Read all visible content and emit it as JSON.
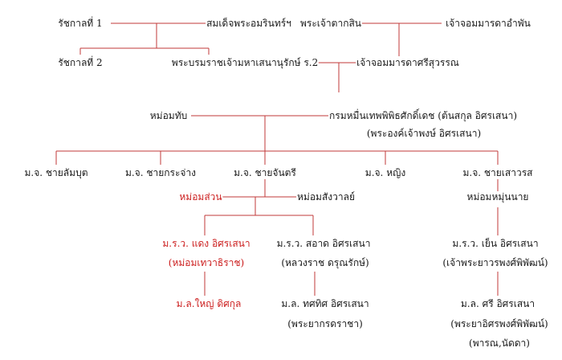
{
  "nodes": {
    "rama1": "รัชกาลที่ 1",
    "amarin": "สมเด็จพระอมรินทร์ฯ",
    "taksin": "พระเจ้าตากสิน",
    "chaofa_ampan": "เจ้าจอมมารดาอำพัน",
    "rama2": "รัชกาลที่ 2",
    "phra_borom": "พระบรมราชเจ้ามหาเสนานุรักษ์ ร.2",
    "chaofa_sri": "เจ้าจอมมารดาศรีสุวรรณ",
    "mom_tap": "หม่อมทับ",
    "kromma_muen": "กรมหมื่นเทพพิพิธศักดิ์เดช (ต้นสกุล อิศรเสนา)",
    "phra_ong": "(พระองค์เจ้าพงษ์ อิศรเสนา)",
    "mj_chai_lamut": "ม.จ. ชายลัมบุต",
    "mj_chai_krachang": "ม.จ. ชายกระจ่าง",
    "mj_chai_chantri": "ม.จ. ชายจันตรี",
    "mj_ying": "ม.จ. หญิง",
    "mj_chai_saowarot": "ม.จ. ชายเสาวรส",
    "mom_suan": "หม่อมส่วน",
    "mom_sangwal": "หม่อมสังวาลย์",
    "mom_mhunai": "หม่อมหมุ่นนาย",
    "mrw_daeng": "ม.ร.ว. แดง อิศรเสนา",
    "mom_thewa": "(หม่อมเทวาธิราช)",
    "mrw_sa_at": "ม.ร.ว. สอาด อิศรเสนา",
    "luang_rat": "(หลวงราช ดรุณรักษ์)",
    "mrw_yen": "ม.ร.ว. เย็น อิศรเสนา",
    "chaophraya": "(เจ้าพระยาวรพงศ์พิพัฒน์)",
    "ml_yai": "ม.ล.ใหญ่ ดิศกุล",
    "ml_thatthi": "ม.ล. ทศทิศ อิศรเสนา",
    "phraya_korn": "(พระยากรดราชา)",
    "ml_sri": "ม.ล. ศรี อิศรเสนา",
    "phraya_issara": "(พระยาอิศรพงศ์พิพัฒน์)",
    "phra_kan": "(พารณ,นัดดา)"
  },
  "colors": {
    "text": "#1a1a1a",
    "accent": "#cc1f1f",
    "line": "#c23a3a"
  }
}
